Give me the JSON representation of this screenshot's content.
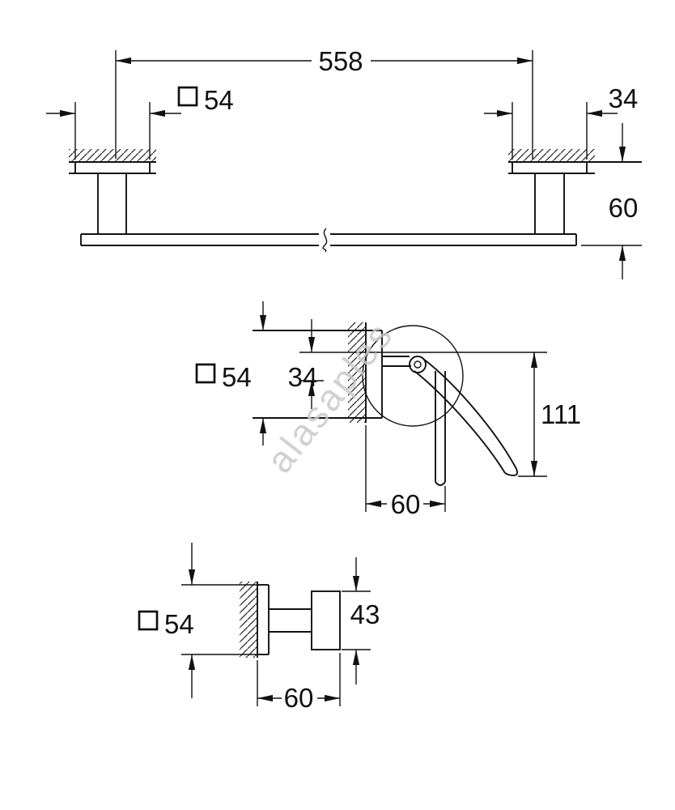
{
  "watermark": "alasaples",
  "drawings": {
    "towel_bar": {
      "length": "558",
      "plate_size": "54",
      "wall_offset": "34",
      "projection": "60"
    },
    "paper_holder": {
      "plate_size": "54",
      "arm_offset": "34",
      "height": "111",
      "projection": "60"
    },
    "robe_hook": {
      "plate_size": "54",
      "hook_size": "43",
      "projection": "60"
    }
  }
}
